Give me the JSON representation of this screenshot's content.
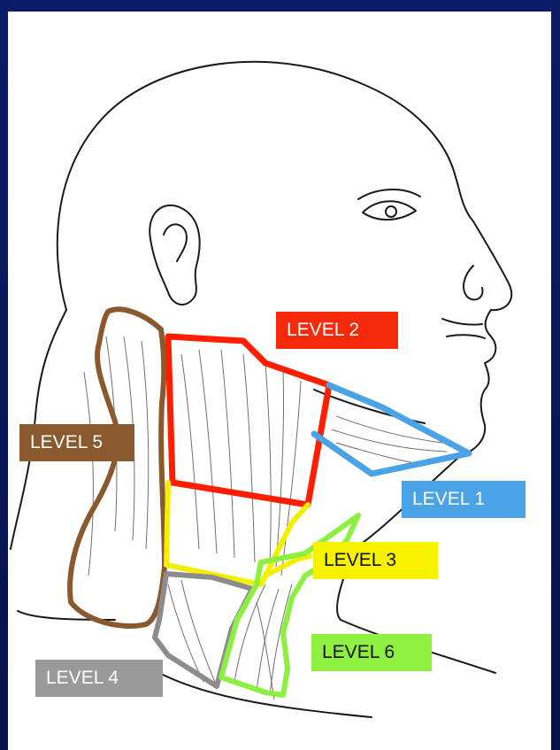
{
  "levels": [
    {
      "id": "level-1",
      "text": "LEVEL 1",
      "fill": "#4aa3e6",
      "color": "#ffffff",
      "stroke": "#4aa3e6"
    },
    {
      "id": "level-2",
      "text": "LEVEL 2",
      "fill": "#f52a0c",
      "color": "#ffffff",
      "stroke": "#ff1f00"
    },
    {
      "id": "level-3",
      "text": "LEVEL 3",
      "fill": "#f7f200",
      "color": "#111111",
      "stroke": "#f4ee00"
    },
    {
      "id": "level-4",
      "text": "LEVEL 4",
      "fill": "#9a9a9a",
      "color": "#ffffff",
      "stroke": "#8c8c8c"
    },
    {
      "id": "level-5",
      "text": "LEVEL 5",
      "fill": "#8a5a2e",
      "color": "#ffffff",
      "stroke": "#8a5a2e"
    },
    {
      "id": "level-6",
      "text": "LEVEL 6",
      "fill": "#8ff040",
      "color": "#111111",
      "stroke": "#8cf041"
    }
  ],
  "colors": {
    "background": "#0a1650",
    "panel": "#ffffff",
    "line_art": "#1a1a1a"
  }
}
